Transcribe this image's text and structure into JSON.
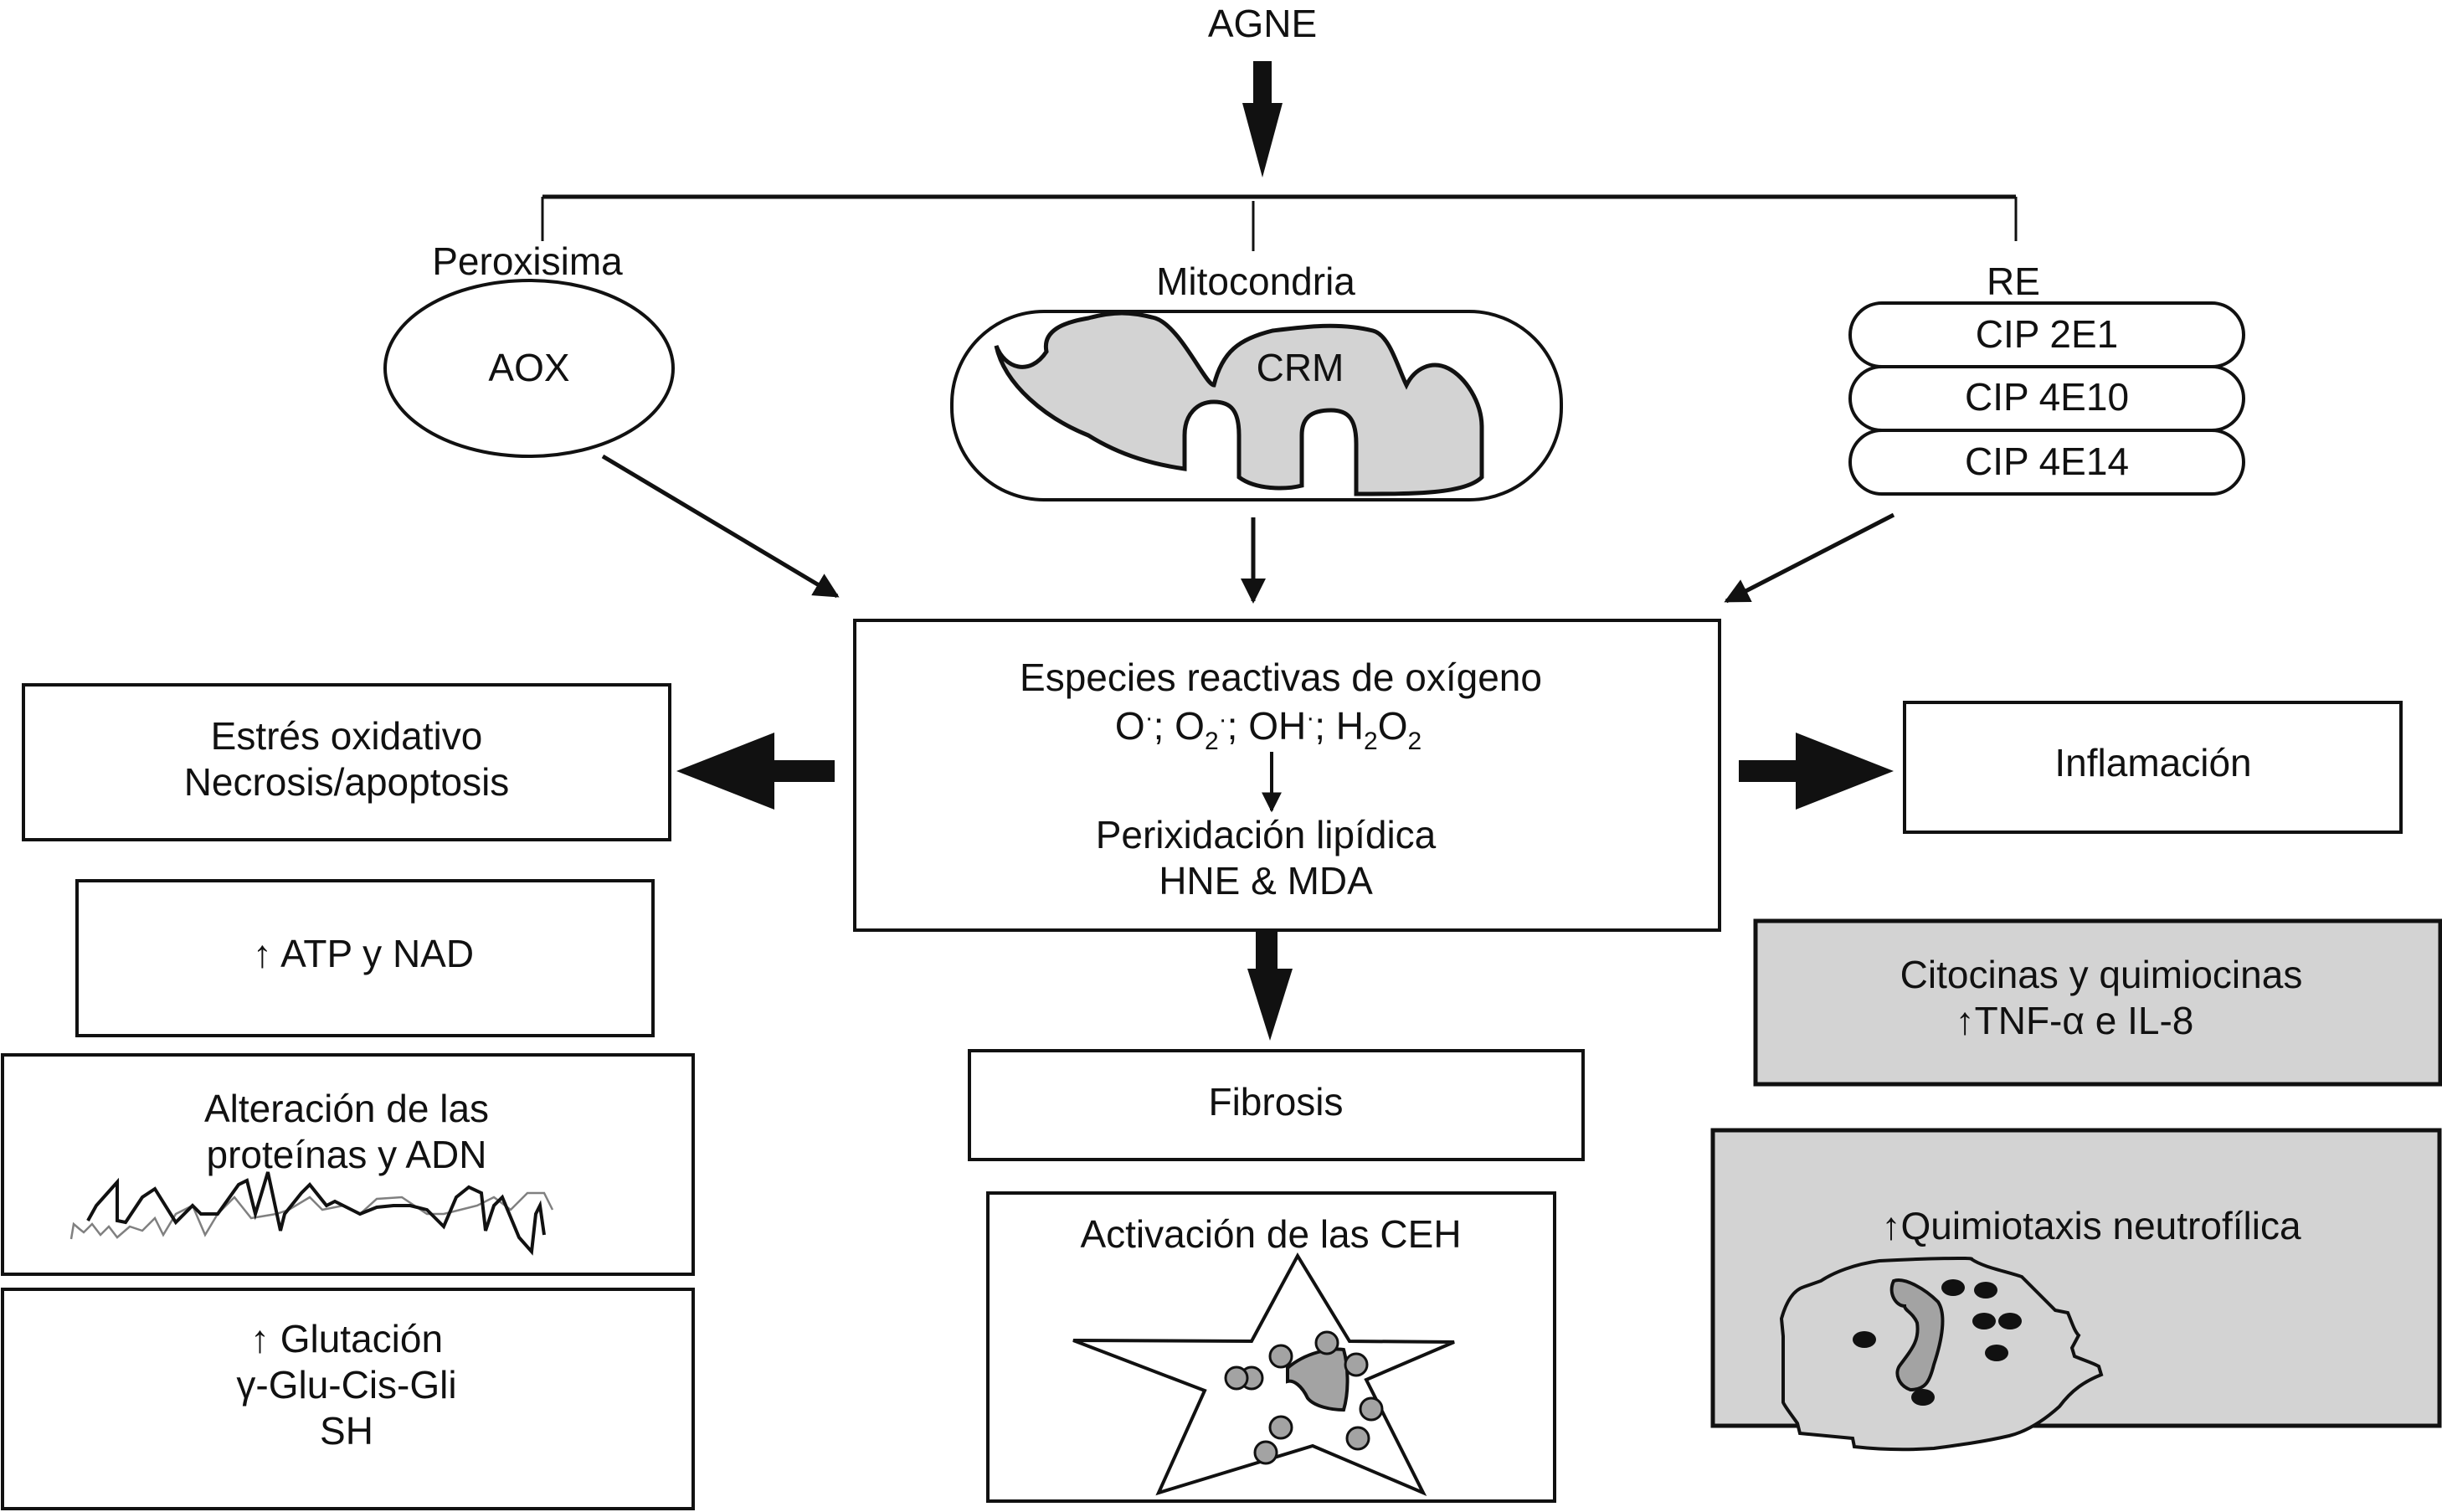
{
  "title": "AGNE",
  "organelles": {
    "peroxisome": {
      "label": "Peroxisima",
      "content": "AOX"
    },
    "mitochondria": {
      "label": "Mitocondria",
      "content": "CRM"
    },
    "er": {
      "label": "RE",
      "enzymes": [
        "CIP 2E1",
        "CIP 4E10",
        "CIP 4E14"
      ]
    }
  },
  "center_box": {
    "line1": "Especies reactivas de oxígeno",
    "species": [
      "O·",
      "O2·",
      "OH·",
      "H2O2"
    ],
    "line3": "Perixidación lipídica",
    "line4": "HNE & MDA"
  },
  "left_column": [
    {
      "lines": [
        "Estrés oxidativo",
        "Necrosis/apoptosis"
      ]
    },
    {
      "lines": [
        "↑ ATP y NAD"
      ]
    },
    {
      "lines": [
        "Alteración de las",
        "proteínas y ADN"
      ]
    },
    {
      "lines": [
        "↑ Glutación",
        "γ-Glu-Cis-Gli",
        "SH"
      ]
    }
  ],
  "center_column": [
    {
      "lines": [
        "Fibrosis"
      ]
    },
    {
      "lines": [
        "Activación de las CEH"
      ]
    }
  ],
  "right_column": [
    {
      "lines": [
        "Inflamación"
      ]
    },
    {
      "lines": [
        "Citocinas y quimiocinas",
        "↑TNF-α e IL-8"
      ]
    },
    {
      "lines": [
        "↑Quimiotaxis neutrofílica"
      ]
    }
  ],
  "colors": {
    "line": "#111111",
    "gray_fill": "#d3d3d3",
    "dark_gray": "#a3a3a3"
  }
}
